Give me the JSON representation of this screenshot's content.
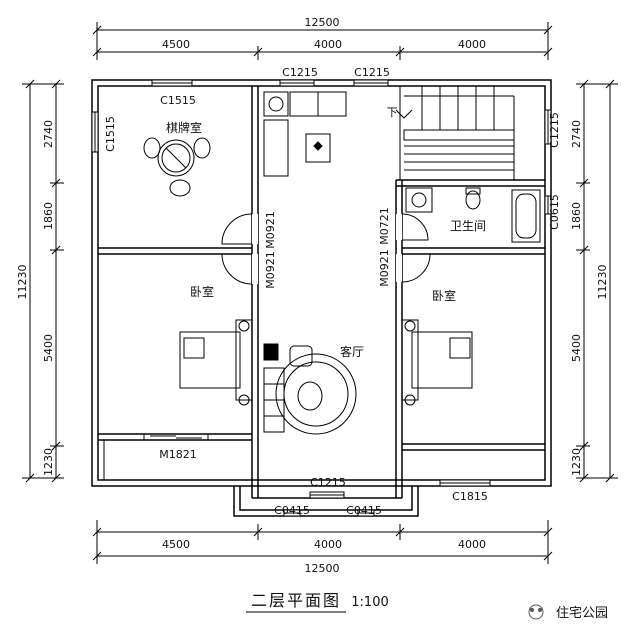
{
  "plan": {
    "title": "二层平面图",
    "scale": "1:100",
    "watermark": "住宅公园",
    "dims": {
      "top_total": "12500",
      "top_left": "4500",
      "top_mid": "4000",
      "top_right": "4000",
      "bottom_left": "4500",
      "bottom_mid": "4000",
      "bottom_right": "4000",
      "bottom_total": "12500",
      "left_total": "11230",
      "left_1": "2740",
      "left_2": "1860",
      "left_3": "5400",
      "left_4": "1230",
      "right_total": "11230",
      "right_1": "2740",
      "right_2": "1860",
      "right_3": "5400",
      "right_4": "1230"
    },
    "labels": {
      "window_top_1": "C1215",
      "window_top_2": "C1215",
      "window_chess": "C1515",
      "window_chess_side": "C1515",
      "window_stair_side": "C1215",
      "window_bath_side": "C0615",
      "door_chess": "M0921",
      "door_bed_left": "M0921",
      "door_bed_right": "M0921",
      "door_bath": "M0721",
      "door_balcony": "M1821",
      "window_living_bottom": "C1215",
      "window_small_1": "C0415",
      "window_small_2": "C0415",
      "window_bed_right": "C1815",
      "stair_down": "下"
    },
    "rooms": {
      "chess_room": "棋牌室",
      "bedroom_left": "卧室",
      "bedroom_right": "卧室",
      "living_room": "客厅",
      "bathroom": "卫生间"
    }
  }
}
